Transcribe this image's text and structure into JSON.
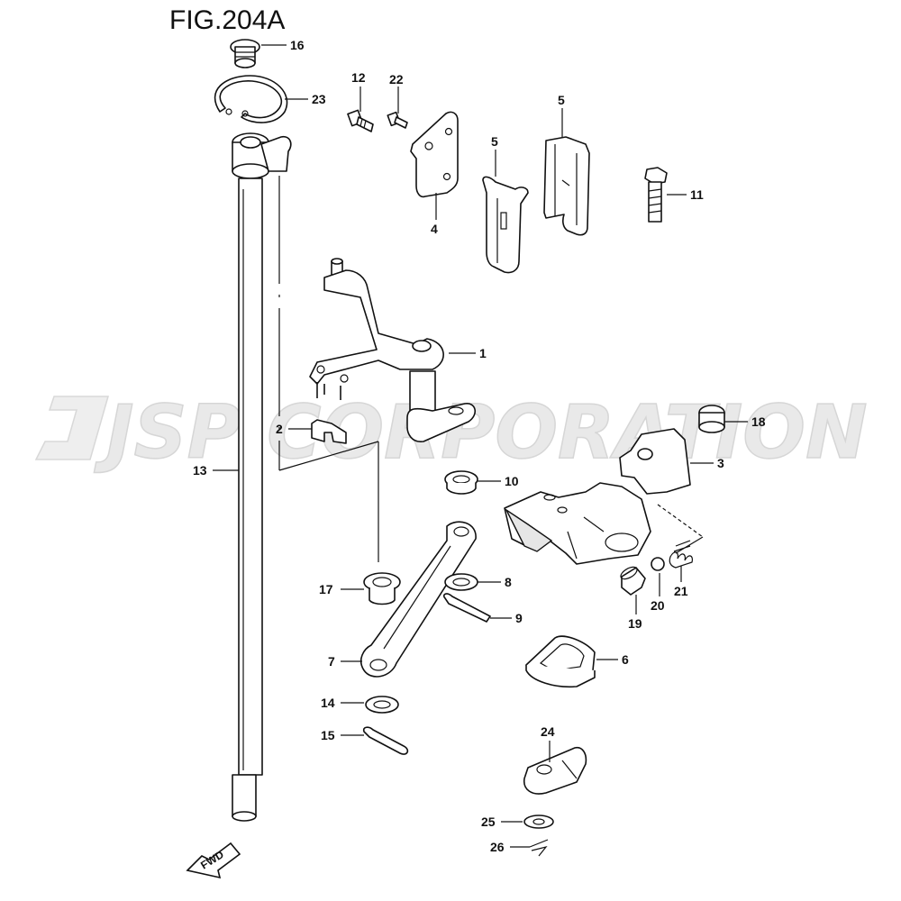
{
  "figure": {
    "title": "FIG.204A",
    "watermark": "JSP CORPORATION",
    "fwd_label": "FWD"
  },
  "parts": [
    {
      "id": "p1",
      "number": "1"
    },
    {
      "id": "p2",
      "number": "2"
    },
    {
      "id": "p3",
      "number": "3"
    },
    {
      "id": "p4",
      "number": "4"
    },
    {
      "id": "p5a",
      "number": "5"
    },
    {
      "id": "p5b",
      "number": "5"
    },
    {
      "id": "p6",
      "number": "6"
    },
    {
      "id": "p7",
      "number": "7"
    },
    {
      "id": "p8",
      "number": "8"
    },
    {
      "id": "p9",
      "number": "9"
    },
    {
      "id": "p10",
      "number": "10"
    },
    {
      "id": "p11",
      "number": "11"
    },
    {
      "id": "p12",
      "number": "12"
    },
    {
      "id": "p13",
      "number": "13"
    },
    {
      "id": "p14",
      "number": "14"
    },
    {
      "id": "p15",
      "number": "15"
    },
    {
      "id": "p16",
      "number": "16"
    },
    {
      "id": "p17",
      "number": "17"
    },
    {
      "id": "p18",
      "number": "18"
    },
    {
      "id": "p19",
      "number": "19"
    },
    {
      "id": "p20",
      "number": "20"
    },
    {
      "id": "p21",
      "number": "21"
    },
    {
      "id": "p22",
      "number": "22"
    },
    {
      "id": "p23",
      "number": "23"
    },
    {
      "id": "p24",
      "number": "24"
    },
    {
      "id": "p25",
      "number": "25"
    },
    {
      "id": "p26",
      "number": "26"
    }
  ]
}
